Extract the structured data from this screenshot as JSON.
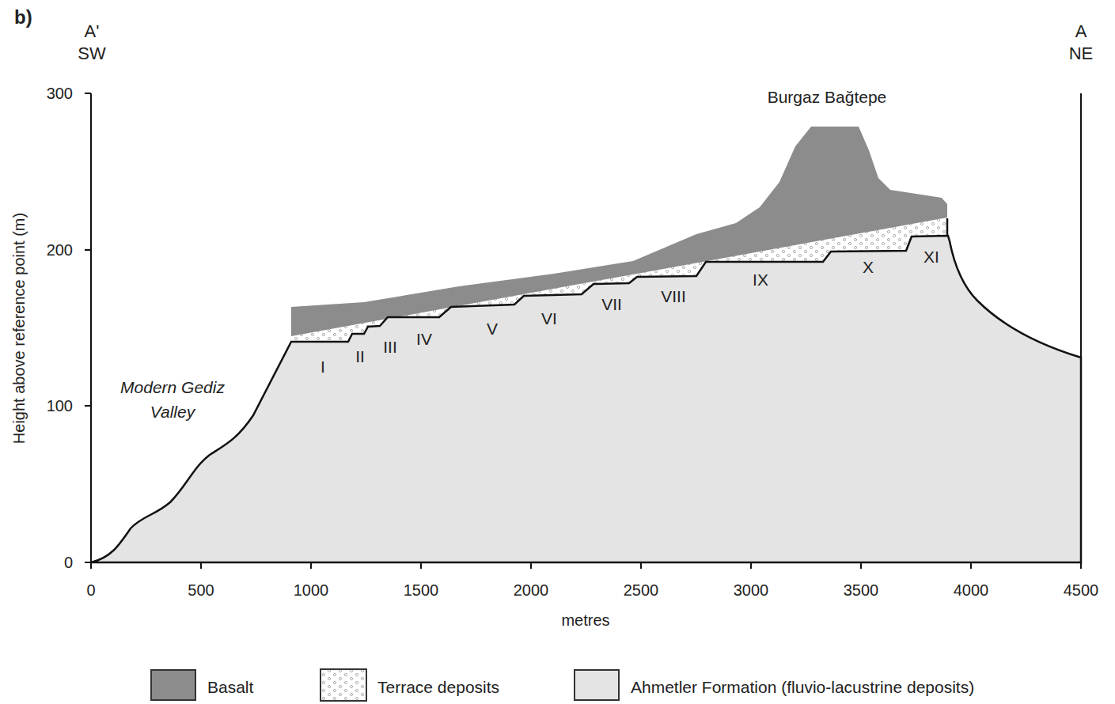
{
  "diagram": {
    "labels": [
      "b)",
      "A'",
      "SW",
      "A",
      "NE",
      "300",
      "200",
      "100",
      "0",
      "0",
      "500",
      "1000",
      "1500",
      "2000",
      "2500",
      "3000",
      "3500",
      "4000",
      "4500",
      "metres",
      "Height above reference point (m)",
      "Burgaz Bağtepe",
      "Modern Gediz Valley",
      "I",
      "II",
      "III",
      "IV",
      "V",
      "VI",
      "VII",
      "VIII",
      "IX",
      "X",
      "XI"
    ],
    "legend": [
      {
        "text": "Basalt",
        "color": "#8c8c8c"
      },
      {
        "text": "Terrace deposits"
      },
      {
        "text": "Ahmetler Formation (fluvio-lacustrine deposits)",
        "color": "#e4e4e4"
      }
    ]
  }
}
